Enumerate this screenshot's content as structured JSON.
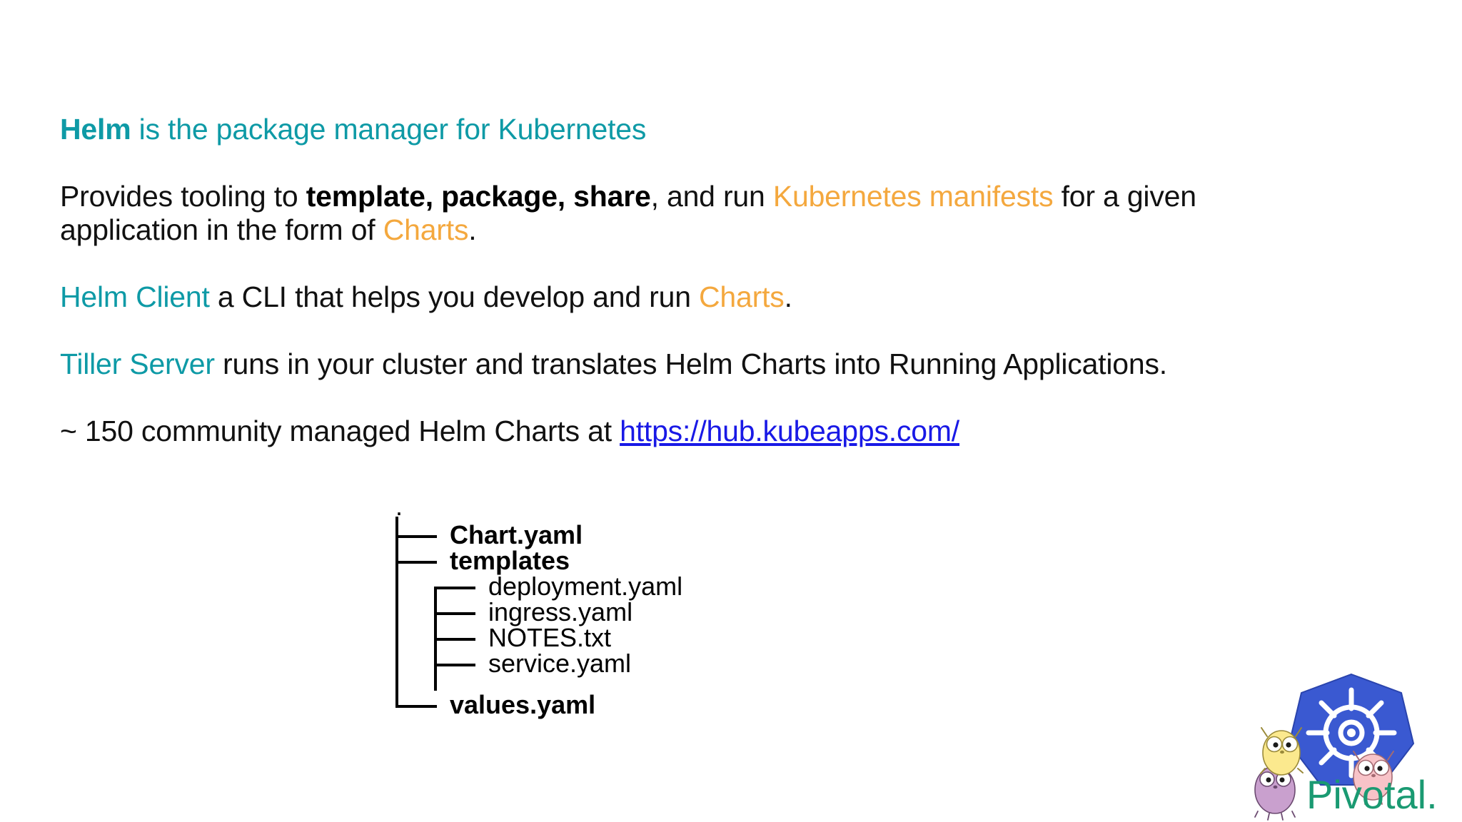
{
  "slide": {
    "heading": {
      "strong": "Helm",
      "rest": " is the package manager for Kubernetes",
      "color": "#0E9AA6"
    },
    "paragraphs": [
      {
        "id": "provides",
        "segments": [
          {
            "text": "Provides tooling to ",
            "style": "plain"
          },
          {
            "text": "template, package, share",
            "style": "bold"
          },
          {
            "text": ", and run ",
            "style": "plain"
          },
          {
            "text": "Kubernetes manifests",
            "style": "orange"
          },
          {
            "text": " for a given application in the form of ",
            "style": "plain"
          },
          {
            "text": "Charts",
            "style": "orange"
          },
          {
            "text": ".",
            "style": "plain"
          }
        ]
      },
      {
        "id": "helm-client",
        "segments": [
          {
            "text": "Helm Client",
            "style": "teal"
          },
          {
            "text": " a CLI that helps you develop and run ",
            "style": "plain"
          },
          {
            "text": "Charts",
            "style": "orange"
          },
          {
            "text": ".",
            "style": "plain"
          }
        ]
      },
      {
        "id": "tiller-server",
        "segments": [
          {
            "text": "Tiller Server",
            "style": "teal"
          },
          {
            "text": " runs in your cluster and translates Helm Charts into Running Applications.",
            "style": "plain"
          }
        ]
      },
      {
        "id": "community-charts",
        "segments": [
          {
            "text": "~ 150 community managed Helm Charts at ",
            "style": "plain"
          },
          {
            "text": "https://hub.kubeapps.com/",
            "style": "link"
          }
        ]
      }
    ],
    "colors": {
      "teal": "#0E9AA6",
      "orange": "#F4A83E",
      "link": "#1919E6",
      "text": "#111111",
      "background": "#FFFFFF",
      "pivotal_green": "#1A9A72",
      "kubernetes_blue": "#3A59D1"
    },
    "file_tree": {
      "root": ".",
      "nodes": [
        {
          "label": "Chart.yaml",
          "depth": 1,
          "bold": true,
          "last": false
        },
        {
          "label": "templates",
          "depth": 1,
          "bold": true,
          "last": false
        },
        {
          "label": "deployment.yaml",
          "depth": 2,
          "bold": false,
          "last": false
        },
        {
          "label": "ingress.yaml",
          "depth": 2,
          "bold": false,
          "last": false
        },
        {
          "label": "NOTES.txt",
          "depth": 2,
          "bold": false,
          "last": false
        },
        {
          "label": "service.yaml",
          "depth": 2,
          "bold": false,
          "last": true
        },
        {
          "label": "values.yaml",
          "depth": 1,
          "bold": true,
          "last": true
        }
      ]
    },
    "logo": {
      "wordmark": "Pivotal",
      "wordmark_period": ".",
      "icons": [
        "kubernetes-helm-wheel-icon",
        "gopher-yellow-icon",
        "gopher-purple-icon",
        "gopher-pink-icon"
      ]
    }
  }
}
